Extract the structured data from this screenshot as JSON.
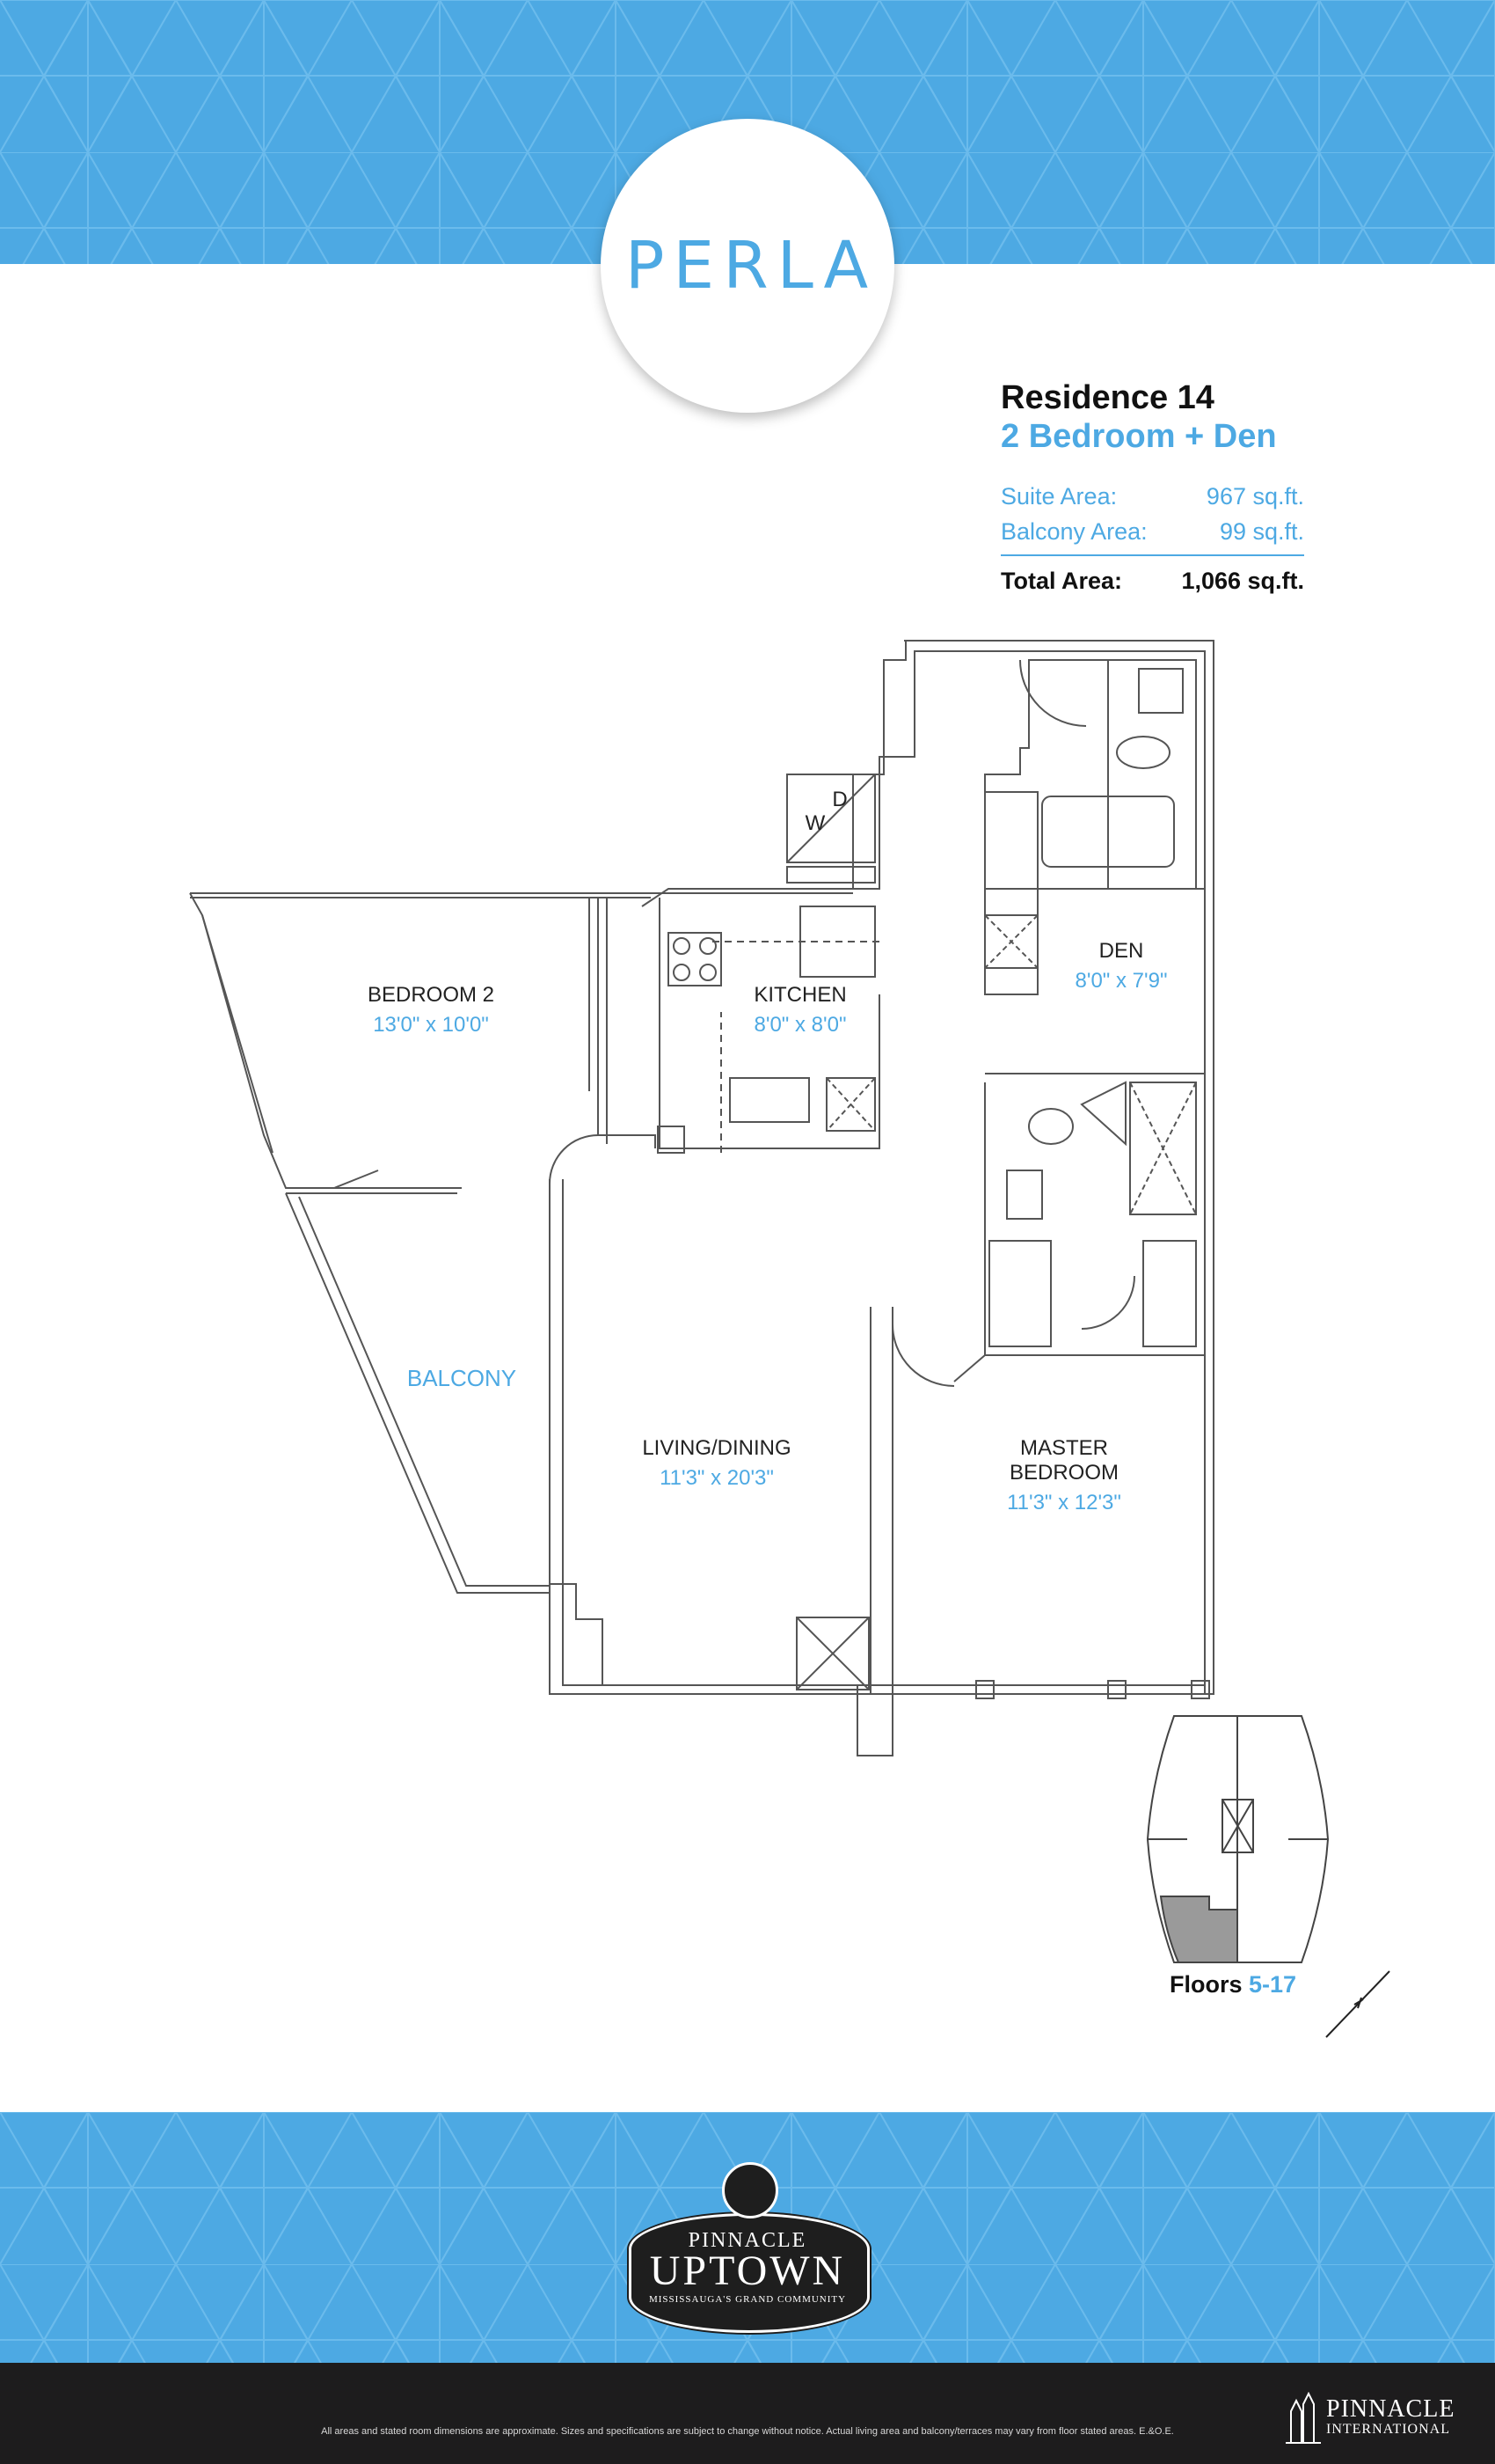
{
  "brand": {
    "building_name": "PERLA"
  },
  "unit": {
    "residence": "Residence 14",
    "type": "2 Bedroom + Den",
    "suite_area_label": "Suite Area:",
    "suite_area_value": "967 sq.ft.",
    "balcony_area_label": "Balcony Area:",
    "balcony_area_value": "99 sq.ft.",
    "total_area_label": "Total Area:",
    "total_area_value": "1,066 sq.ft."
  },
  "rooms": {
    "bedroom2": {
      "name": "BEDROOM 2",
      "dims": "13'0\" x 10'0\""
    },
    "kitchen": {
      "name": "KITCHEN",
      "dims": "8'0\" x 8'0\""
    },
    "den": {
      "name": "DEN",
      "dims": "8'0\" x 7'9\""
    },
    "balcony": {
      "name": "BALCONY"
    },
    "living": {
      "name": "LIVING/DINING",
      "dims": "11'3\" x 20'3\""
    },
    "master": {
      "name": "MASTER BEDROOM",
      "dims": "11'3\" x 12'3\""
    },
    "washer_label": "W",
    "dryer_label": "D"
  },
  "floors": {
    "label": "Floors",
    "range": "5-17"
  },
  "logo": {
    "line1": "PINNACLE",
    "line2": "UPTOWN",
    "line3": "MISSISSAUGA'S GRAND COMMUNITY"
  },
  "footer": {
    "disclaimer": "All areas and stated room dimensions are approximate. Sizes and specifications are subject to change without notice. Actual living area and balcony/terraces may vary from floor stated areas. E.&O.E.",
    "developer_line1": "PINNACLE",
    "developer_line2": "INTERNATIONAL"
  },
  "colors": {
    "accent": "#4da9e3",
    "footer_bg": "#1d1c1d",
    "text": "#111111"
  }
}
